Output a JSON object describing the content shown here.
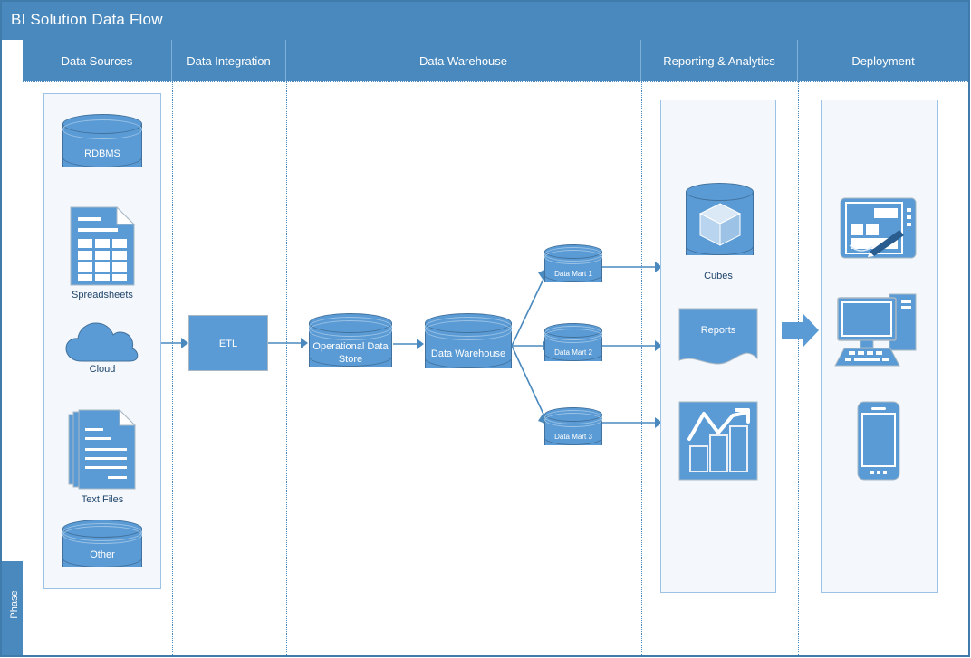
{
  "title": "BI Solution Data Flow",
  "phase_label": "Phase",
  "lanes": [
    {
      "id": "data-sources",
      "label": "Data Sources"
    },
    {
      "id": "data-integration",
      "label": "Data Integration"
    },
    {
      "id": "data-warehouse",
      "label": "Data Warehouse"
    },
    {
      "id": "reporting-analytics",
      "label": "Reporting & Analytics"
    },
    {
      "id": "deployment",
      "label": "Deployment"
    }
  ],
  "data_sources": {
    "rdbms": "RDBMS",
    "spreadsheets": "Spreadsheets",
    "cloud": "Cloud",
    "text_files": "Text Files",
    "other": "Other"
  },
  "data_integration": {
    "etl": "ETL"
  },
  "data_warehouse": {
    "operational_data_store": "Operational Data Store",
    "warehouse": "Data Warehouse",
    "data_mart_1": "Data Mart 1",
    "data_mart_2": "Data Mart 2",
    "data_mart_3": "Data Mart 3"
  },
  "reporting": {
    "cubes": "Cubes",
    "reports": "Reports",
    "dashboard": "dashboard-chart-icon"
  },
  "deployment": {
    "tablet": "tablet-stylus-icon",
    "desktop": "desktop-computer-icon",
    "mobile": "mobile-phone-icon"
  },
  "colors": {
    "accent": "#5b9bd5",
    "header": "#4a89bd",
    "outline": "#41719c",
    "panel": "#f4f8fc",
    "panel_border": "#9cc3e5",
    "connector": "#4a89bd",
    "label_text": "#20456b"
  },
  "icons": {
    "rdbms": "database-cylinder-icon",
    "spreadsheets": "spreadsheet-document-icon",
    "cloud": "cloud-icon",
    "text_files": "text-files-stack-icon",
    "other": "database-cylinder-icon",
    "cubes": "cube-in-cylinder-icon",
    "reports": "report-document-icon",
    "big_arrow": "right-block-arrow-icon"
  }
}
